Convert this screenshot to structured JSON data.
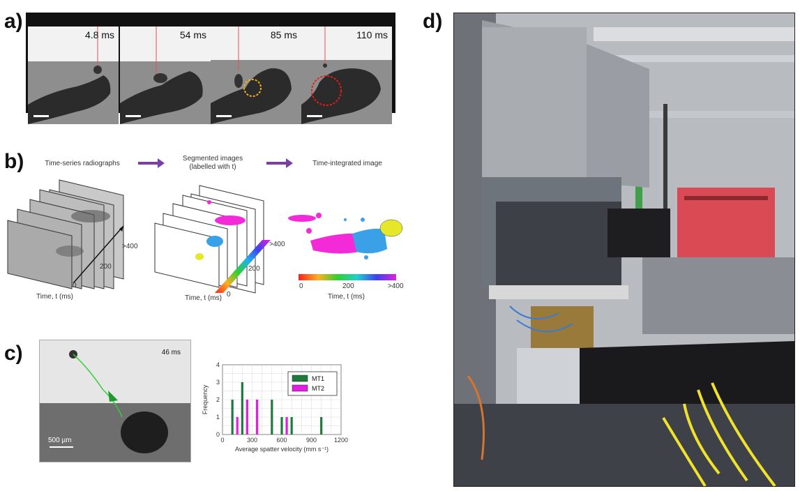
{
  "panels": {
    "a": {
      "label": "a)",
      "frames": [
        {
          "time": "4.8 ms"
        },
        {
          "time": "54 ms"
        },
        {
          "time": "85 ms"
        },
        {
          "time": "110 ms"
        }
      ]
    },
    "b": {
      "label": "b)",
      "step1": "Time-series radiographs",
      "step2_line1": "Segmented images",
      "step2_line2": "(labelled with t)",
      "step3": "Time-integrated image",
      "axis_label": "Time, t (ms)",
      "ticks": [
        "0",
        "200",
        ">400"
      ],
      "colorbar_ticks": [
        "0",
        "200",
        ">400"
      ]
    },
    "c": {
      "label": "c)",
      "image_time": "46 ms",
      "scalebar_label": "500 µm"
    },
    "d": {
      "label": "d)"
    }
  },
  "chart_data": {
    "type": "bar",
    "title": "",
    "xlabel": "Average spatter velocity (mm s⁻¹)",
    "ylabel": "Frequency",
    "xlim": [
      0,
      1200
    ],
    "ylim": [
      0,
      4
    ],
    "xticks": [
      0,
      300,
      600,
      900,
      1200
    ],
    "yticks": [
      0,
      1,
      2,
      3,
      4
    ],
    "grid": true,
    "legend_position": "top-right",
    "series": [
      {
        "name": "MT1",
        "color": "#1e7a3a",
        "points": [
          [
            100,
            2
          ],
          [
            200,
            3
          ],
          [
            250,
            2
          ],
          [
            350,
            2
          ],
          [
            500,
            2
          ],
          [
            600,
            1
          ],
          [
            700,
            1
          ],
          [
            1000,
            1
          ]
        ]
      },
      {
        "name": "MT2",
        "color": "#e21ee2",
        "points": [
          [
            150,
            1
          ],
          [
            250,
            2
          ],
          [
            350,
            2
          ],
          [
            650,
            1
          ]
        ]
      }
    ]
  }
}
